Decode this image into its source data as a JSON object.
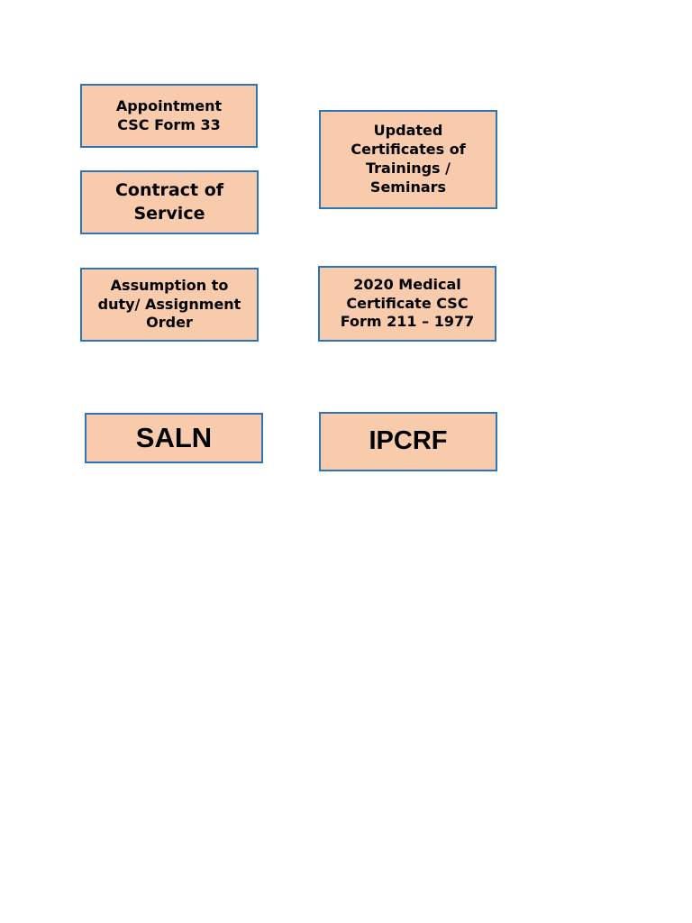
{
  "boxes": {
    "appointment": "Appointment\nCSC Form 33",
    "contract": "Contract of\nService",
    "assumption": "Assumption to\nduty/ Assignment\nOrder",
    "updated": "Updated\nCertificates of\nTrainings /\nSeminars",
    "medical": "2020 Medical\nCertificate CSC\nForm 211 – 1977",
    "saln": "SALN",
    "ipcrf": "IPCRF"
  },
  "colors": {
    "box_fill": "#f8cbad",
    "box_border": "#2e75b6"
  }
}
